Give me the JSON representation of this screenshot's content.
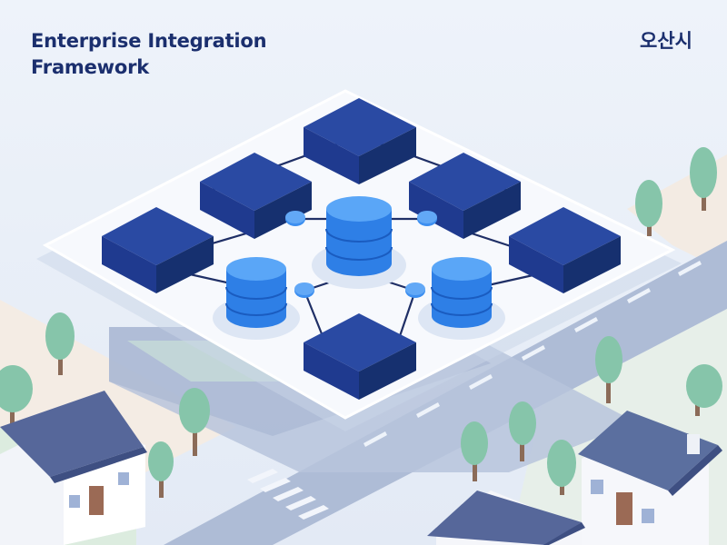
{
  "title_line1": "Enterprise Integration",
  "title_line2": "Framework",
  "city_label": "오산시",
  "colors": {
    "background": "#e9eff8",
    "title_text": "#1b2f6e",
    "server_block": "#1f3a8f",
    "database": "#2f86ee",
    "connector_node": "#3d8ff0",
    "platform": "#f7f9fd",
    "road": "#a9b8d4",
    "grass": "#d6eadf",
    "tree": "#7fc4a8",
    "house_roof": "#5b6f9f"
  },
  "icons": {
    "server_block": "server-block-icon",
    "database": "database-icon",
    "connector": "connector-node-icon",
    "tree": "tree-icon",
    "house": "house-icon"
  }
}
